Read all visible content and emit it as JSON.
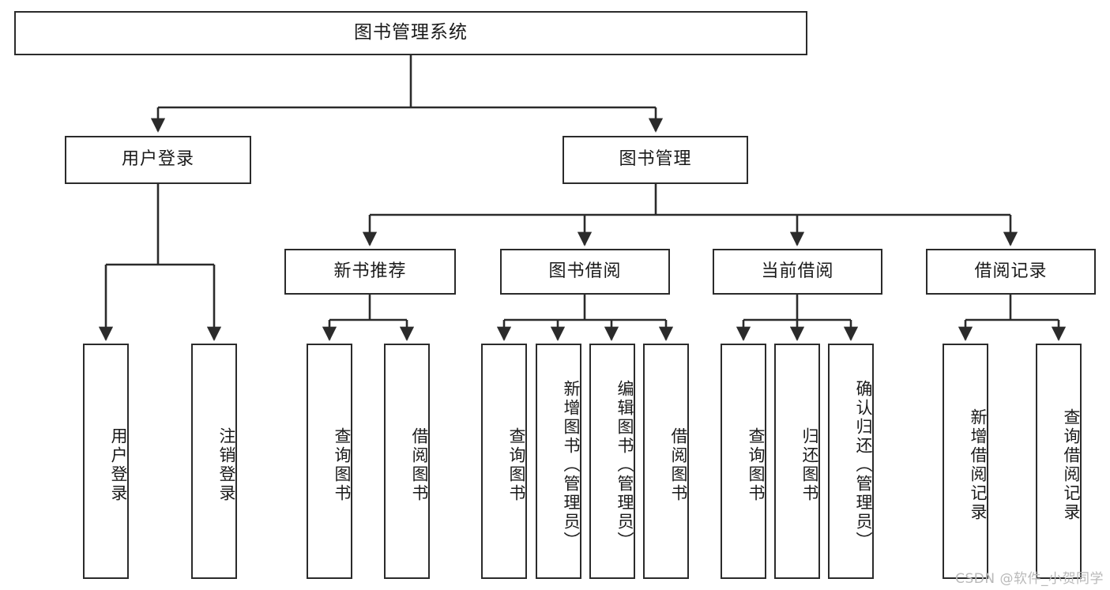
{
  "diagram": {
    "title": "图书管理系统",
    "watermark": "CSDN @软件_小贺同学",
    "stroke_color": "#2b2b2b",
    "fill_color": "#ffffff",
    "text_color": "#1a1a1a",
    "watermark_color": "#b9b9b9"
  },
  "nodes": {
    "root": {
      "label": "图书管理系统",
      "level": 1
    },
    "level2": [
      {
        "id": "user-login",
        "label": "用户登录"
      },
      {
        "id": "book-manage",
        "label": "图书管理"
      }
    ],
    "level3": [
      {
        "id": "new-book-recommend",
        "label": "新书推荐"
      },
      {
        "id": "book-borrow",
        "label": "图书借阅"
      },
      {
        "id": "current-borrow",
        "label": "当前借阅"
      },
      {
        "id": "borrow-record",
        "label": "借阅记录"
      }
    ],
    "leaves": {
      "user_login": [
        {
          "id": "leaf-user-login",
          "label": "用户登录"
        },
        {
          "id": "leaf-user-logout",
          "label": "注销登录"
        }
      ],
      "new_book_recommend": [
        {
          "id": "leaf-query-book-1",
          "label": "查询图书"
        },
        {
          "id": "leaf-borrow-book-1",
          "label": "借阅图书"
        }
      ],
      "book_borrow": [
        {
          "id": "leaf-query-book-2",
          "label": "查询图书"
        },
        {
          "id": "leaf-add-book",
          "label": "新增图书（管理员）"
        },
        {
          "id": "leaf-edit-book",
          "label": "编辑图书（管理员）"
        },
        {
          "id": "leaf-borrow-book-2",
          "label": "借阅图书"
        }
      ],
      "current_borrow": [
        {
          "id": "leaf-query-book-3",
          "label": "查询图书"
        },
        {
          "id": "leaf-return-book",
          "label": "归还图书"
        },
        {
          "id": "leaf-confirm-return",
          "label": "确认归还（管理员）"
        }
      ],
      "borrow_record": [
        {
          "id": "leaf-add-record",
          "label": "新增借阅记录"
        },
        {
          "id": "leaf-query-record",
          "label": "查询借阅记录"
        }
      ]
    }
  }
}
